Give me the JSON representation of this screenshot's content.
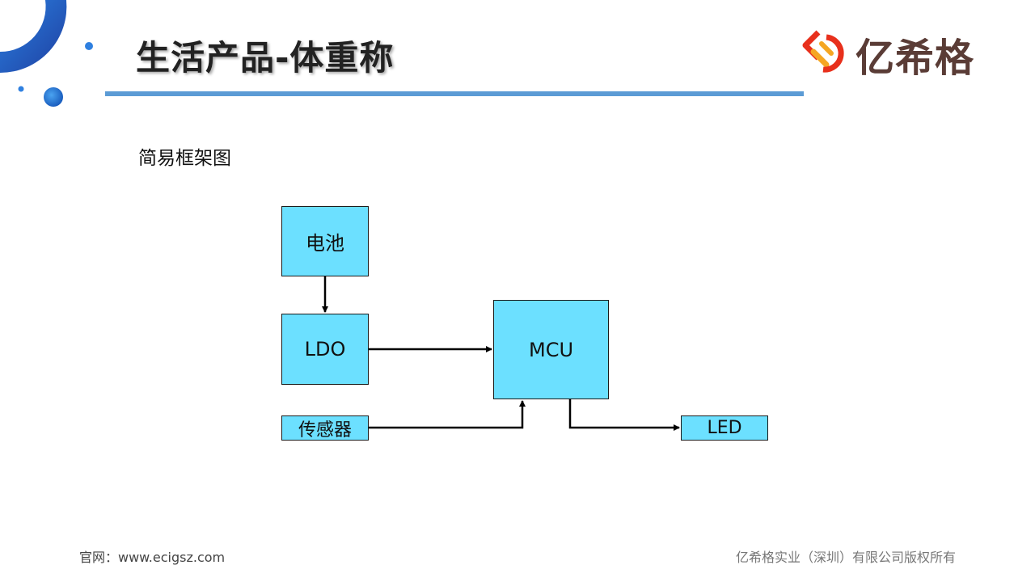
{
  "slide": {
    "title": "生活产品-体重称",
    "subtitle": "简易框架图"
  },
  "logo": {
    "text": "亿希格",
    "colors": {
      "red": "#e8301c",
      "orange": "#f5a623",
      "brown": "#5a3c36"
    }
  },
  "theme": {
    "accent": "#5b9bd5",
    "box_fill": "#6ce0ff",
    "decor_blue": "#1f5bb5"
  },
  "diagram": {
    "nodes": {
      "battery": "电池",
      "ldo": "LDO",
      "mcu": "MCU",
      "sensor": "传感器",
      "led": "LED"
    },
    "edges": [
      {
        "from": "电池",
        "to": "LDO"
      },
      {
        "from": "LDO",
        "to": "MCU"
      },
      {
        "from": "传感器",
        "to": "MCU"
      },
      {
        "from": "MCU",
        "to": "LED"
      }
    ]
  },
  "footer": {
    "website": "官网：www.ecigsz.com",
    "copyright": "亿希格实业（深圳）有限公司版权所有"
  }
}
